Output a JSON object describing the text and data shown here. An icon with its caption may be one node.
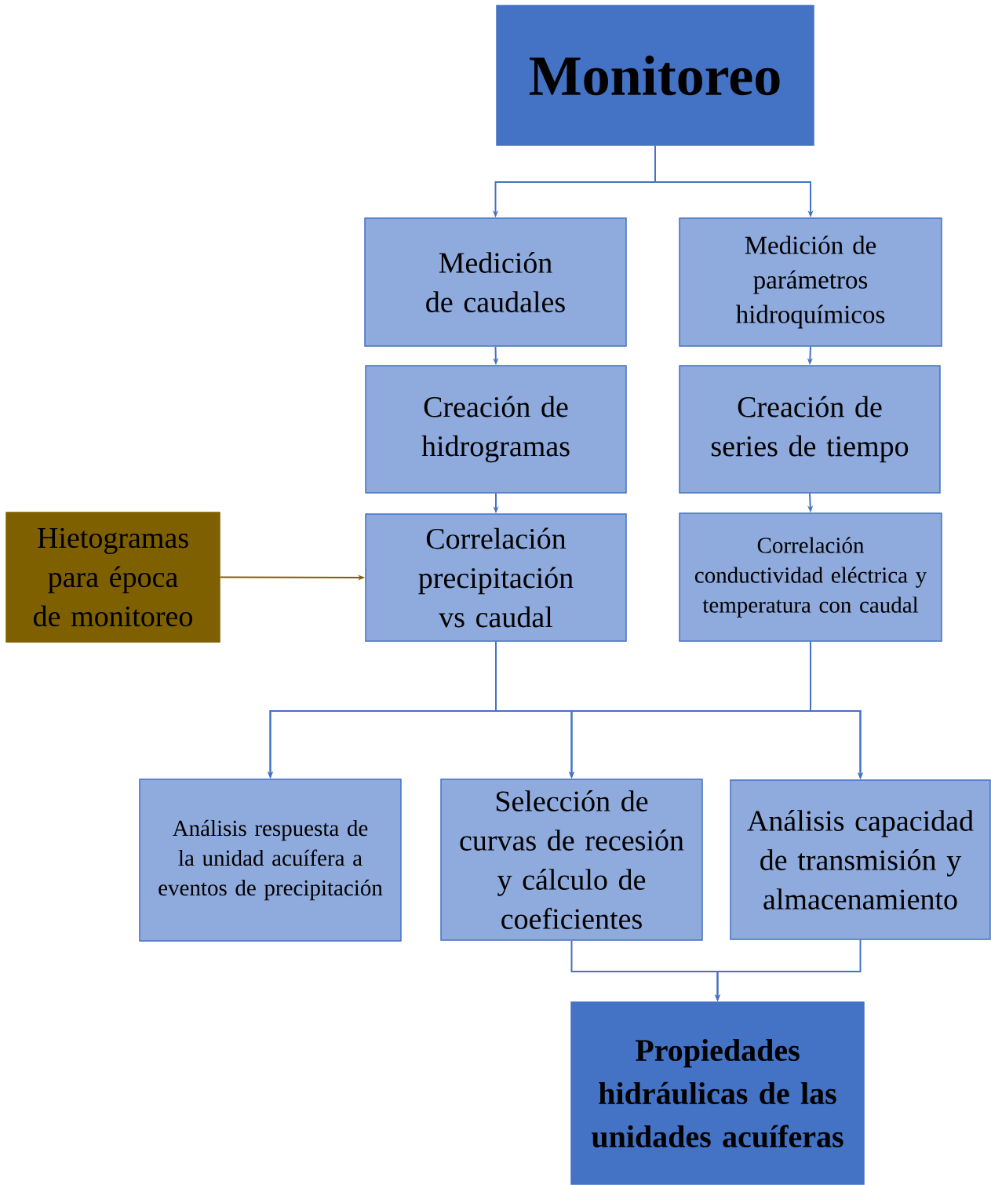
{
  "diagram": {
    "nodes": [
      {
        "text": [
          "Monitoreo"
        ]
      },
      {
        "text": [
          "Medición de caudales"
        ]
      },
      {
        "text": [
          "Medición de parámetros hidroquímicos"
        ]
      },
      {
        "text": [
          "Creación de hidrogramas"
        ]
      },
      {
        "text": [
          "Creación de series de tiempo"
        ]
      },
      {
        "text": [
          "Hietogramas para época de monitoreo"
        ]
      },
      {
        "text": [
          "Correlación precipitación vs caudal"
        ]
      },
      {
        "text": [
          "Correlación conductividad eléctrica y temperatura con caudal"
        ]
      },
      {
        "text": [
          "Análisis respuesta de la unidad acuífera a eventos de precipitación"
        ]
      },
      {
        "text": [
          "Selección de curvas de recesión y cálculo de coeficientes"
        ]
      },
      {
        "text": [
          "Análisis capacidad de transmisión y almacenamiento"
        ]
      },
      {
        "text": [
          "Propiedades hidráulicas de las unidades acuíferas"
        ]
      }
    ],
    "edges": [
      {
        "from": 0,
        "to": 1,
        "arrow": "to"
      },
      {
        "from": 0,
        "to": 2,
        "arrow": "to"
      },
      {
        "from": 1,
        "to": 3,
        "arrow": "to"
      },
      {
        "from": 2,
        "to": 4,
        "arrow": "to"
      },
      {
        "from": 3,
        "to": 6,
        "arrow": "to"
      },
      {
        "from": 4,
        "to": 7,
        "arrow": "to"
      },
      {
        "from": 5,
        "to": 6,
        "arrow": "to",
        "color": "#7f6000"
      },
      {
        "from": 6,
        "to": 8,
        "arrow": "to"
      },
      {
        "from": 6,
        "to": 9,
        "arrow": "to"
      },
      {
        "from": 6,
        "to": 10,
        "arrow": "to"
      },
      {
        "from": 7,
        "to": 8,
        "arrow": "to"
      },
      {
        "from": 7,
        "to": 9,
        "arrow": "to"
      },
      {
        "from": 7,
        "to": 10,
        "arrow": "to"
      },
      {
        "from": 9,
        "to": 11,
        "arrow": "to"
      },
      {
        "from": 10,
        "to": 11,
        "arrow": "to"
      }
    ]
  }
}
